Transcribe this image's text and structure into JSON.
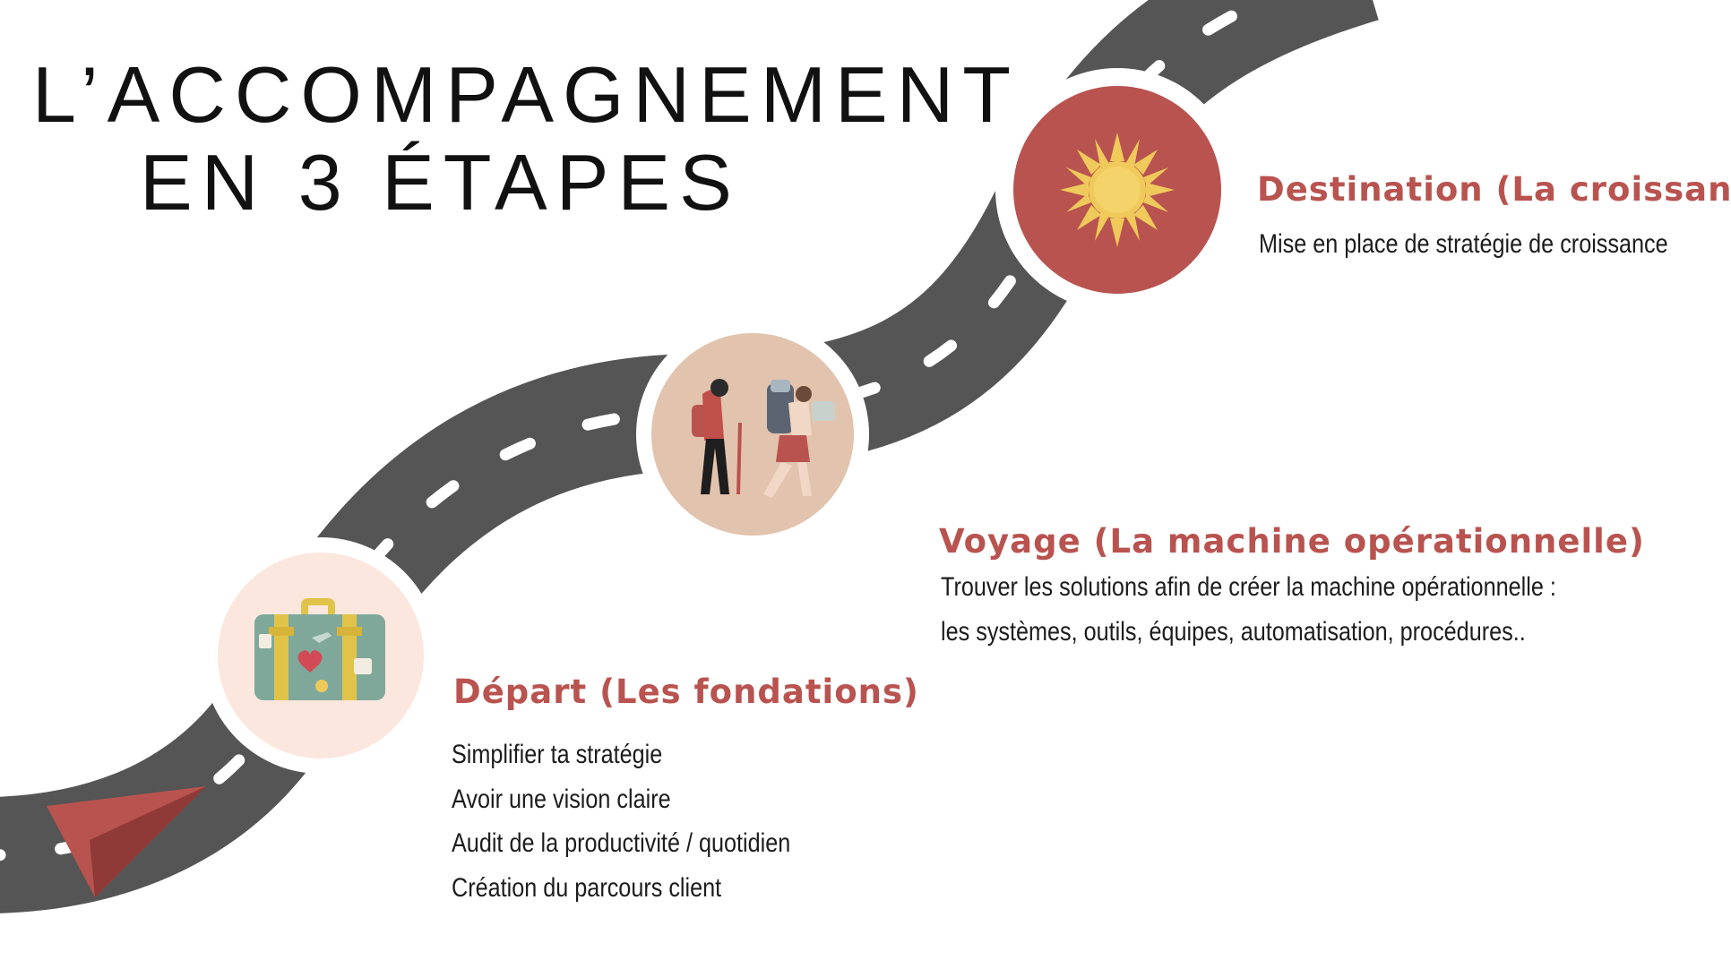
{
  "title": {
    "line1": "L’ACCOMPAGNEMENT",
    "line2": "EN 3 ÉTAPES"
  },
  "colors": {
    "accent": "#b9534f",
    "road": "#555555",
    "road_marking": "#ffffff",
    "depart_circle": "#fbe7dd",
    "voyage_circle": "#e2c3ae",
    "destination_circle": "#b9534f",
    "sun": "#f0c95b"
  },
  "icons": {
    "depart": "suitcase-icon",
    "voyage": "hikers-icon",
    "destination": "sun-icon",
    "start": "paper-plane-icon"
  },
  "steps": {
    "depart": {
      "heading": "Départ  (Les fondations)",
      "lines": [
        "Simplifier ta stratégie",
        "Avoir une vision claire",
        "Audit de la productivité / quotidien",
        "Création du parcours client"
      ]
    },
    "voyage": {
      "heading": "Voyage  (La machine opérationnelle)",
      "lines": [
        "Trouver les solutions afin de créer la machine opérationnelle :",
        "les systèmes, outils, équipes, automatisation, procédures.."
      ]
    },
    "destination": {
      "heading": "Destination  (La croissance)",
      "lines": [
        "Mise en place de stratégie de croissance"
      ]
    }
  }
}
